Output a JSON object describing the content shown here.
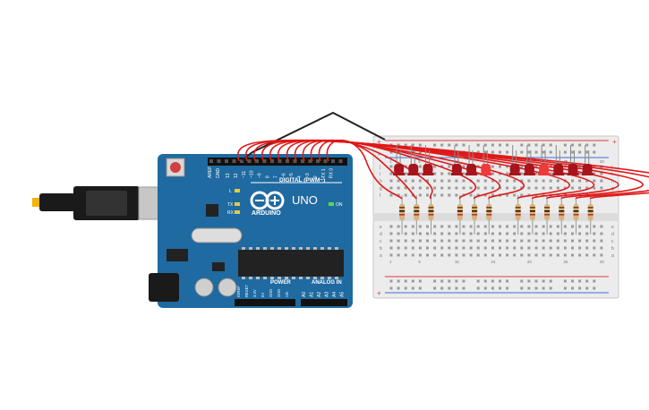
{
  "board": {
    "brand": "ARDUINO",
    "model": "UNO",
    "digital_label": "DIGITAL (PWM~)",
    "on_label": "ON",
    "l_label": "L",
    "tx_label": "TX",
    "rx_label": "RX",
    "aref_label": "AREF",
    "gnd_label": "GND",
    "pin_labels": [
      "13",
      "12",
      "~11",
      "~10",
      "~9",
      "8",
      "7",
      "~6",
      "~5",
      "4",
      "~3",
      "2",
      "TX 1",
      "RX 0"
    ],
    "power_label": "POWER",
    "analog_label": "ANALOG IN",
    "power_pins": [
      "IOREF",
      "RESET",
      "3.3V",
      "5V",
      "GND",
      "GND",
      "Vin"
    ],
    "analog_pins": [
      "A0",
      "A1",
      "A2",
      "A3",
      "A4",
      "A5"
    ]
  },
  "breadboard": {
    "top_row_letters": [
      "j",
      "i",
      "h",
      "g",
      "f"
    ],
    "bottom_row_letters": [
      "e",
      "d",
      "c",
      "b",
      "a"
    ],
    "column_numbers": [
      "1",
      "5",
      "10",
      "15",
      "20",
      "25",
      "30"
    ],
    "rail_plus": "+",
    "rail_minus": "-"
  },
  "circuit": {
    "led_count": 12,
    "lit_leds": [
      5,
      8
    ],
    "resistor_count": 12
  },
  "colors": {
    "board": "#1f6aa0",
    "wire": "#e01818",
    "ground_wire": "#222222",
    "led_off": "#a8141c",
    "led_on": "#ef3a3a",
    "resistor_body": "#d6b37a",
    "rail_red": "#e03a3a",
    "rail_blue": "#3a6ed8"
  }
}
